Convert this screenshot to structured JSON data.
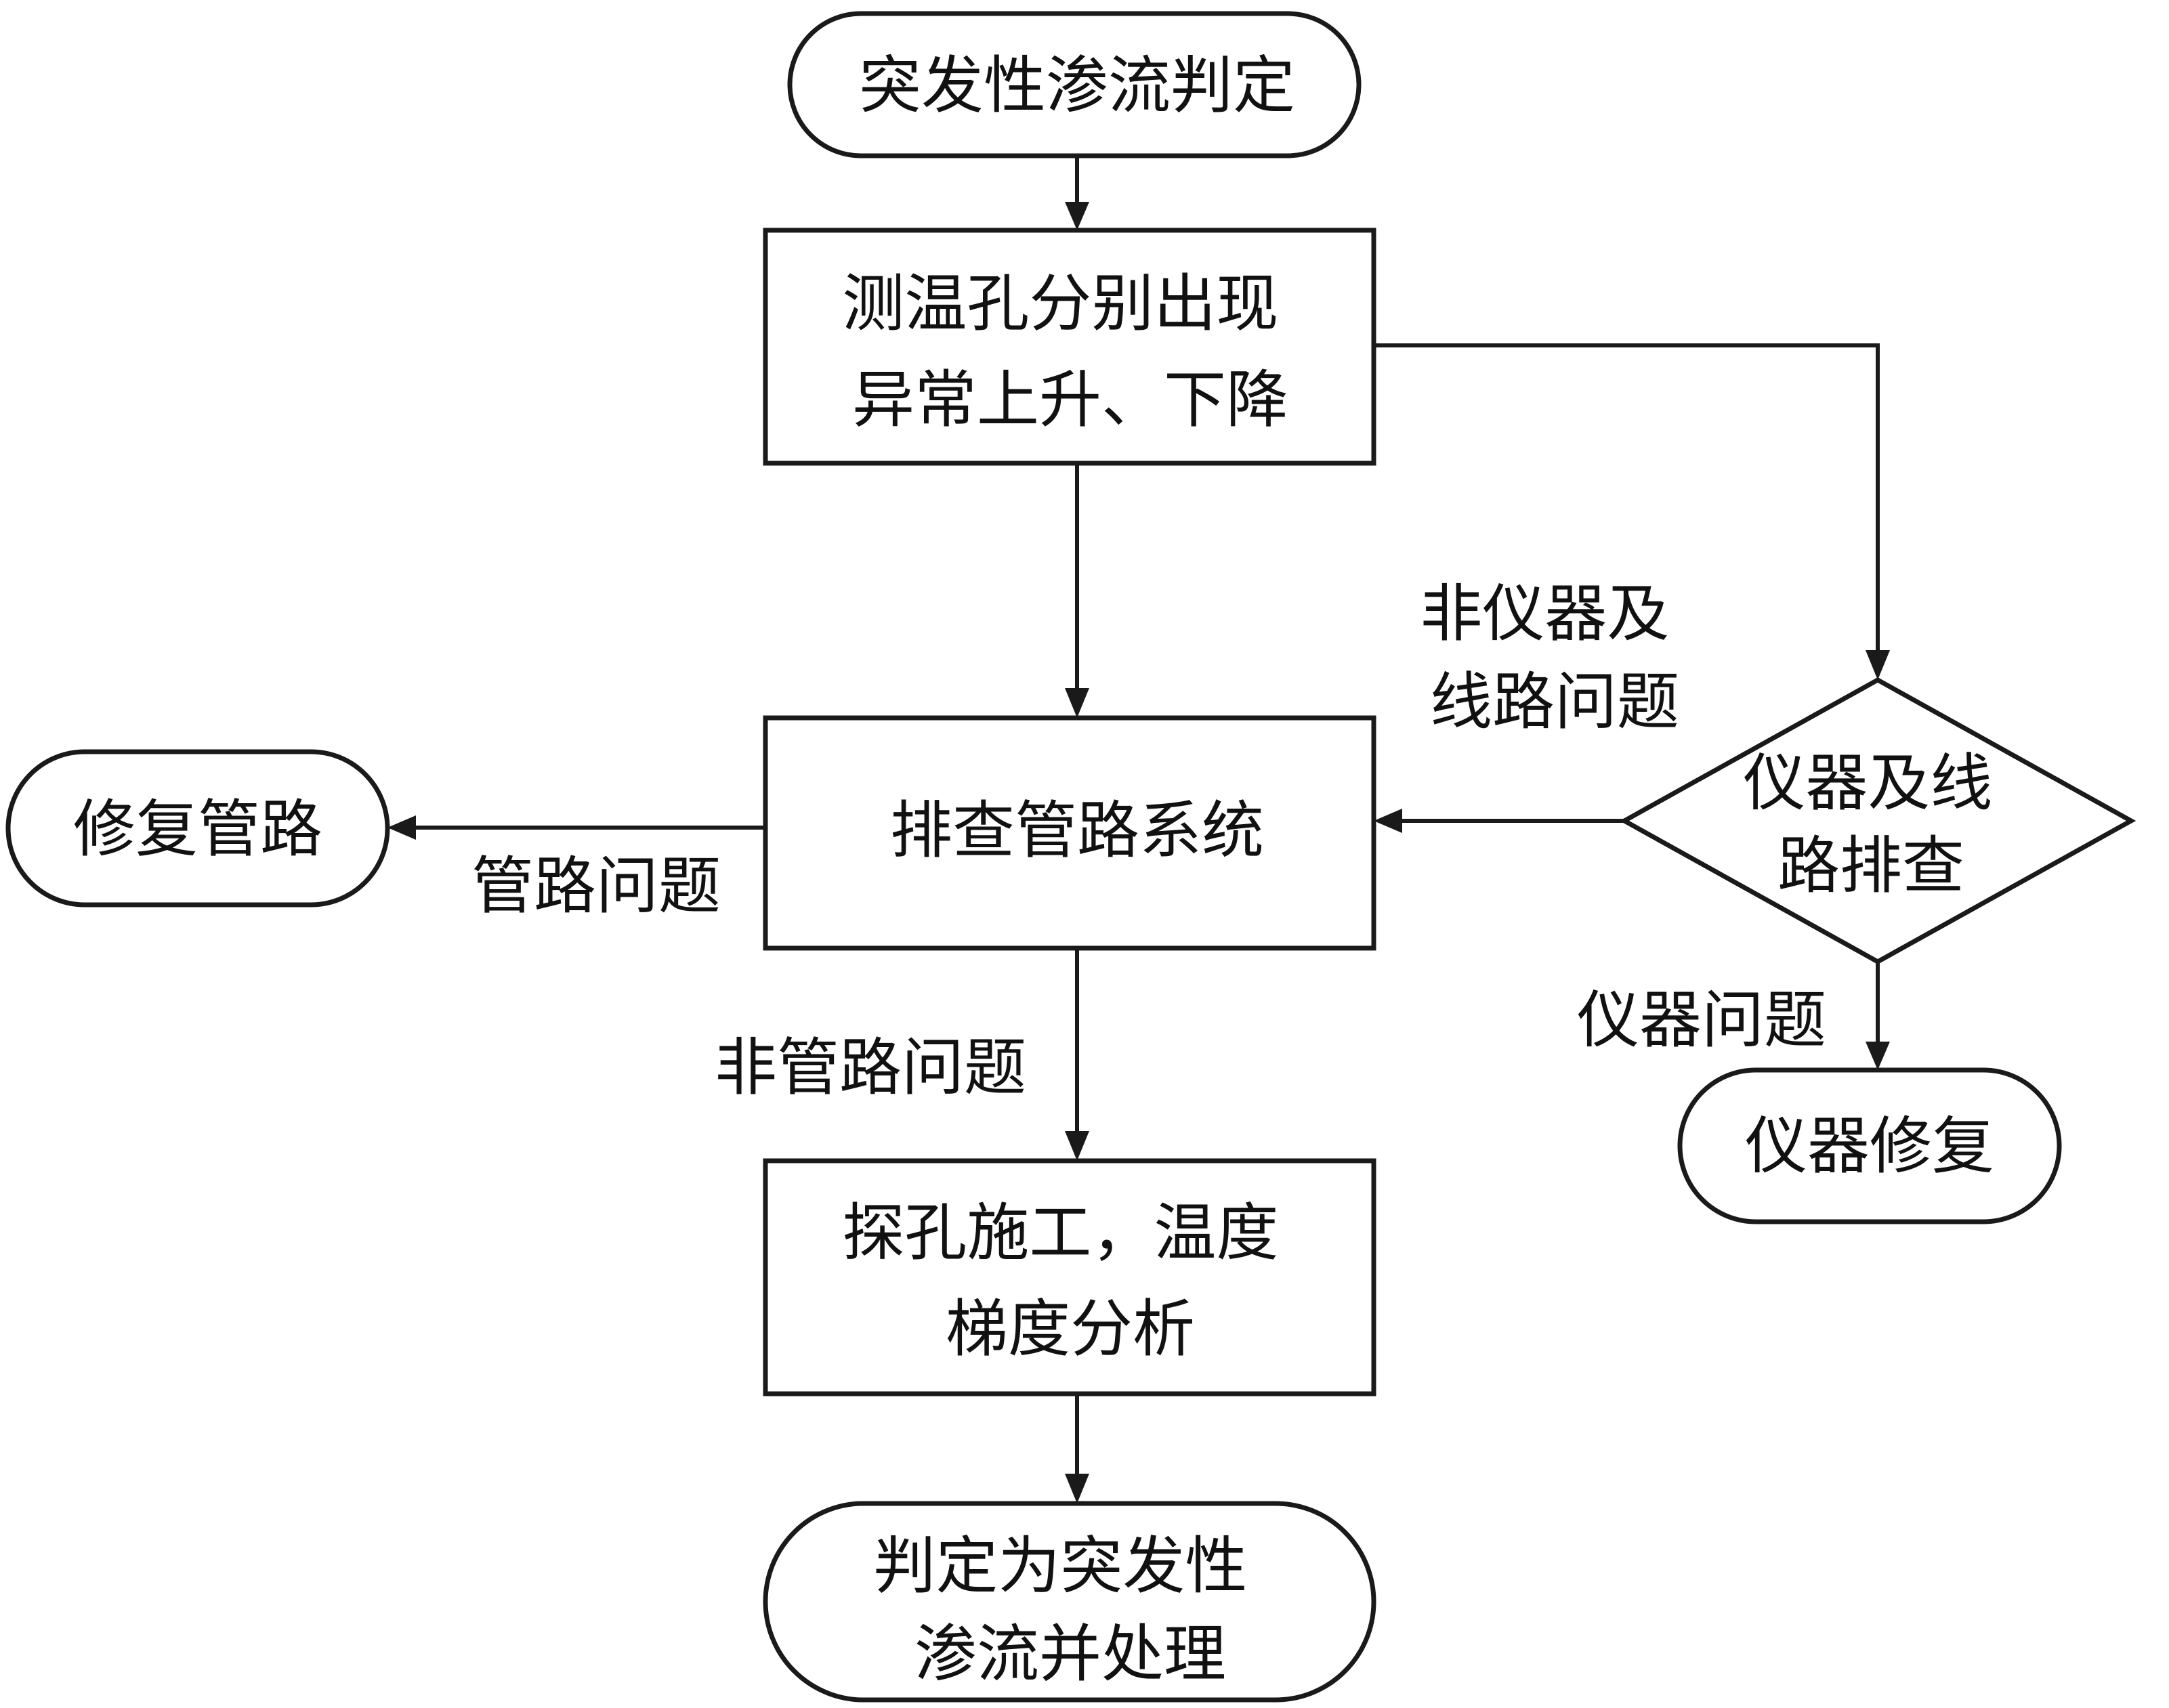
{
  "nodes": {
    "start": {
      "lines": [
        "突发性渗流判定"
      ]
    },
    "temp_anomaly": {
      "lines": [
        "测温孔分别出现",
        "异常上升、下降"
      ]
    },
    "inspect_pipe": {
      "lines": [
        "排查管路系统"
      ]
    },
    "repair_pipe": {
      "lines": [
        "修复管路"
      ]
    },
    "inspect_instrument": {
      "lines": [
        "仪器及线",
        "路排查"
      ]
    },
    "repair_instrument": {
      "lines": [
        "仪器修复"
      ]
    },
    "probe_drilling": {
      "lines": [
        "探孔施工，温度",
        "梯度分析"
      ]
    },
    "conclusion": {
      "lines": [
        "判定为突发性",
        "渗流并处理"
      ]
    }
  },
  "edges": {
    "non_instrument_issue": {
      "lines": [
        "非仪器及",
        "线路问题"
      ]
    },
    "pipe_issue": {
      "lines": [
        "管路问题"
      ]
    },
    "instrument_issue": {
      "lines": [
        "仪器问题"
      ]
    },
    "non_pipe_issue": {
      "lines": [
        "非管路问题"
      ]
    }
  }
}
